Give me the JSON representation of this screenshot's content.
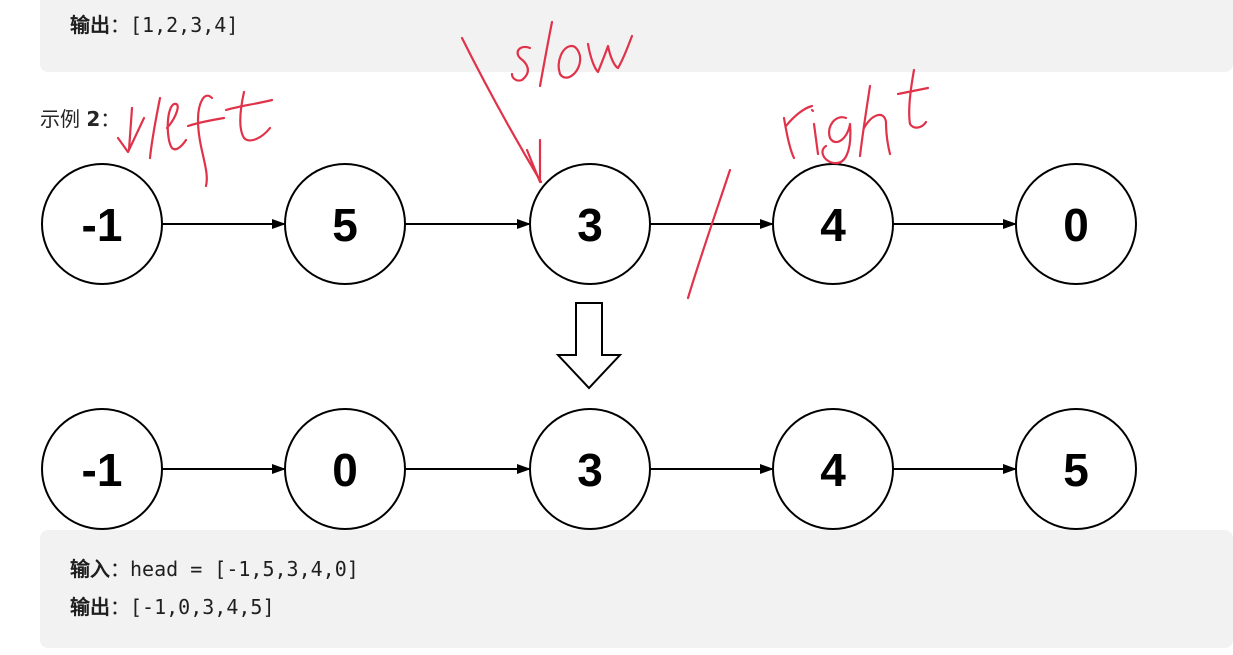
{
  "top_block": {
    "output_label": "输出",
    "separator": "：",
    "output_value": "[1,2,3,4]"
  },
  "example": {
    "label_prefix": "示例 ",
    "label_number": "2",
    "label_suffix": "："
  },
  "diagram": {
    "before_nodes": [
      "-1",
      "5",
      "3",
      "4",
      "0"
    ],
    "after_nodes": [
      "-1",
      "0",
      "3",
      "4",
      "5"
    ],
    "annotations": {
      "left": "left",
      "slow": "slow",
      "right": "right"
    },
    "annotation_color": "#e0334a"
  },
  "bottom_block": {
    "input_label": "输入",
    "separator": "：",
    "input_value": "head = [-1,5,3,4,0]",
    "output_label": "输出",
    "output_value": "[-1,0,3,4,5]"
  }
}
